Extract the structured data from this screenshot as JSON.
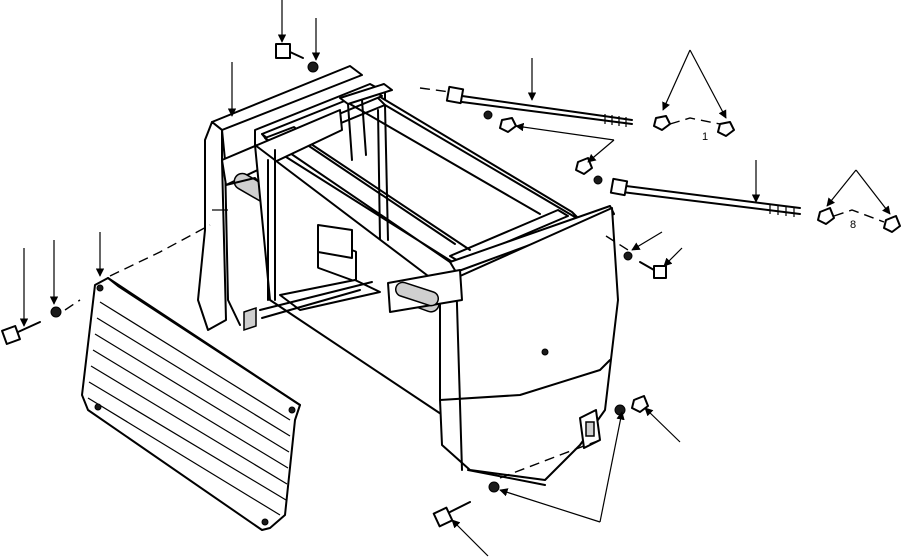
{
  "diagram": {
    "type": "exploded-parts-view",
    "callout_labels": [
      "1",
      "8"
    ]
  }
}
